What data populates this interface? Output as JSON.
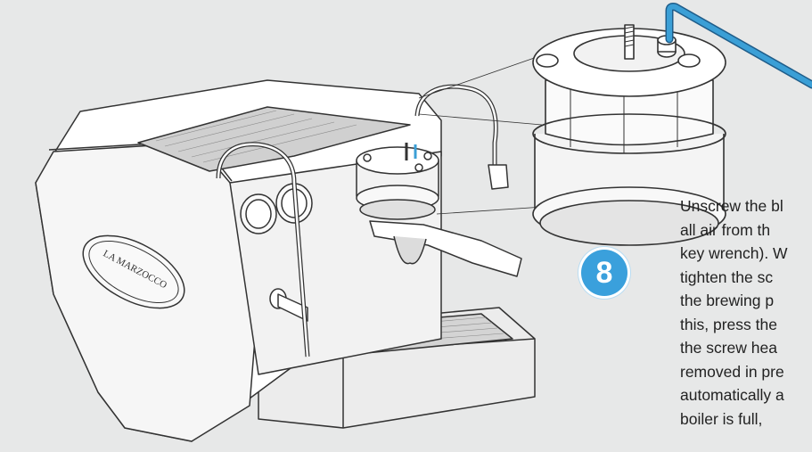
{
  "brand_plate": "LA MARZOCCO",
  "step": {
    "number": "8"
  },
  "instructions": {
    "lines": [
      "Unscrew the bl",
      "all air from th",
      "key wrench). W",
      "tighten the sc",
      "the brewing p",
      "this, press the",
      "the screw hea",
      "removed in pre",
      "automatically a",
      "boiler is full, "
    ]
  },
  "colors": {
    "background": "#e7e8e8",
    "badge": "#3aa0dc",
    "wrench": "#3b9fd6",
    "line_art": "#333333"
  },
  "icons": [
    "espresso-machine-illustration",
    "group-head-detail",
    "hex-key-wrench-icon"
  ]
}
